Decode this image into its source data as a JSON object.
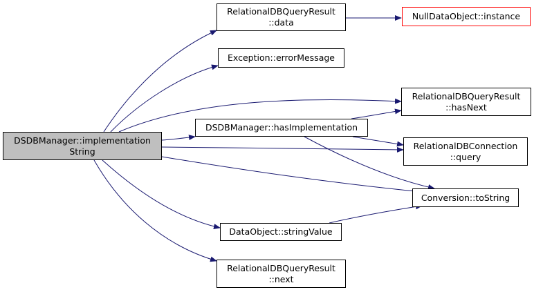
{
  "diagram": {
    "edge_color": "#191970",
    "nodes": [
      {
        "id": "root",
        "lines": [
          "DSDBManager::implementation",
          "String"
        ],
        "highlight": true
      },
      {
        "id": "rdbqr_data",
        "lines": [
          "RelationalDBQueryResult",
          "::data"
        ]
      },
      {
        "id": "null_instance",
        "lines": [
          "NullDataObject::instance"
        ],
        "border_color": "#ff0000"
      },
      {
        "id": "exception_error",
        "lines": [
          "Exception::errorMessage"
        ]
      },
      {
        "id": "rdbqr_hasnext",
        "lines": [
          "RelationalDBQueryResult",
          "::hasNext"
        ]
      },
      {
        "id": "dsdb_hasimpl",
        "lines": [
          "DSDBManager::hasImplementation"
        ]
      },
      {
        "id": "rdbconn_query",
        "lines": [
          "RelationalDBConnection",
          "::query"
        ]
      },
      {
        "id": "conv_tostring",
        "lines": [
          "Conversion::toString"
        ]
      },
      {
        "id": "dataobj_string",
        "lines": [
          "DataObject::stringValue"
        ]
      },
      {
        "id": "rdbqr_next",
        "lines": [
          "RelationalDBQueryResult",
          "::next"
        ]
      }
    ],
    "edges": [
      {
        "from": "root",
        "to": "rdbqr_data"
      },
      {
        "from": "rdbqr_data",
        "to": "null_instance"
      },
      {
        "from": "root",
        "to": "exception_error"
      },
      {
        "from": "root",
        "to": "rdbqr_hasnext"
      },
      {
        "from": "root",
        "to": "dsdb_hasimpl"
      },
      {
        "from": "dsdb_hasimpl",
        "to": "rdbqr_hasnext"
      },
      {
        "from": "dsdb_hasimpl",
        "to": "rdbconn_query"
      },
      {
        "from": "dsdb_hasimpl",
        "to": "conv_tostring"
      },
      {
        "from": "root",
        "to": "rdbconn_query"
      },
      {
        "from": "root",
        "to": "conv_tostring"
      },
      {
        "from": "root",
        "to": "dataobj_string"
      },
      {
        "from": "dataobj_string",
        "to": "conv_tostring"
      },
      {
        "from": "root",
        "to": "rdbqr_next"
      }
    ]
  }
}
